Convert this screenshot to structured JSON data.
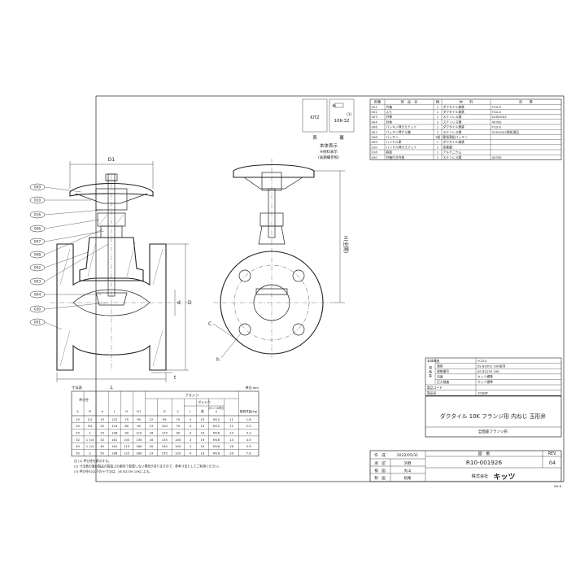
{
  "marking": {
    "header_left": "表",
    "header_right": "裏",
    "left_text": "KITZ",
    "right_mark": "※",
    "right_num": "(1)",
    "right_text": "10K-32",
    "caption": "本体表示",
    "note1": "※材料表示",
    "note2": "(表題欄参照)"
  },
  "parts_table": {
    "headers": [
      "部番",
      "部　品　名",
      "個",
      "材　　料",
      "記　　事"
    ],
    "rows": [
      [
        "001",
        "弁箱",
        "1",
        "ダクタイル鋳鉄",
        "FCD-S"
      ],
      [
        "002",
        "ふた",
        "1",
        "ダクタイル鋳鉄",
        "FCD-S"
      ],
      [
        "003",
        "弁棒",
        "1",
        "ステンレス鋼",
        "SUS403J2"
      ],
      [
        "004",
        "弁体",
        "1",
        "ステンレス鋼",
        "403SS"
      ],
      [
        "006",
        "パッキン押さえナット",
        "1",
        "ダクタイル鋳鉄",
        "FCD-S"
      ],
      [
        "007",
        "パッキン押さえ輪",
        "1",
        "ステンレス鋼",
        "SUS420J2熱処理品"
      ],
      [
        "008",
        "パッキン",
        "1組",
        "膨張黒鉛パッキン",
        ""
      ],
      [
        "009",
        "ハンドル車",
        "1",
        "ダクタイル鋳鉄",
        ""
      ],
      [
        "010",
        "ハンドル押さえナット",
        "1",
        "炭素鋼",
        ""
      ],
      [
        "016",
        "銘板",
        "1",
        "アルミニウム",
        ""
      ],
      [
        "030",
        "弁箱付き弁座",
        "1",
        "ステンレス鋼",
        "403SS"
      ]
    ]
  },
  "callouts": [
    "009",
    "010",
    "016",
    "006",
    "007",
    "008",
    "002",
    "003",
    "004",
    "030",
    "001"
  ],
  "dim_labels": {
    "d1": "D1",
    "h_open": "H(全開)",
    "d_small": "d",
    "d_big": "D",
    "l": "L",
    "t": "t",
    "c": "C",
    "h": "h"
  },
  "size_table": {
    "caption": "寸法表",
    "unit": "単位:mm",
    "flange_header": "フランジ",
    "bolt_header": "ボルト穴",
    "bolt_size_header": "ボルトの呼び",
    "head": [
      "呼び径",
      "A",
      "B",
      "d",
      "L",
      "H",
      "D1",
      "D",
      "C",
      "t",
      "数",
      "h",
      "ねじの呼び",
      "概算質量(kg)"
    ],
    "col_labels": [
      "A",
      "B",
      "d",
      "L",
      "H",
      "D1",
      "D",
      "C",
      "t",
      "数",
      "h",
      "ねじの呼び",
      "概算質量(kg)"
    ],
    "rows": [
      [
        "15",
        "1/2",
        "15",
        "122",
        "70",
        "95",
        "12",
        "95",
        "70",
        "4",
        "15",
        "M12",
        "11",
        "1.8"
      ],
      [
        "20",
        "3/4",
        "20",
        "124",
        "80",
        "95",
        "13",
        "100",
        "75",
        "4",
        "15",
        "M12",
        "11",
        "2.0"
      ],
      [
        "25",
        "1",
        "25",
        "146",
        "90",
        "110",
        "16",
        "125",
        "90",
        "4",
        "19",
        "M16",
        "14",
        "3.3"
      ],
      [
        "32",
        "1 1/4",
        "32",
        "161",
        "100",
        "130",
        "16",
        "135",
        "100",
        "4",
        "19",
        "M16",
        "14",
        "4.5"
      ],
      [
        "40",
        "1 1/2",
        "40",
        "161",
        "115",
        "160",
        "20",
        "140",
        "105",
        "4",
        "19",
        "M16",
        "16",
        "5.9"
      ],
      [
        "50",
        "2",
        "50",
        "196",
        "125",
        "180",
        "23",
        "155",
        "120",
        "4",
        "19",
        "M16",
        "16",
        "7.6"
      ]
    ],
    "notes": [
      "注 (1) 呼び径を表示する。",
      "(2) 寸法表の値は製品の製造上の都合で変更しない場合がありますので、参考寸法としてご利用ください。",
      "(3) 呼び径32以下の\"t\"寸法は、JIS B2239 10Kによる。"
    ]
  },
  "spec_table": {
    "rows": [
      [
        "本体構造",
        "FCD-S"
      ],
      [
        "適用",
        "JIS B2002 10K系列"
      ],
      [
        "規格番号",
        "JIS B2239 10K"
      ],
      [
        "内面",
        "キッツ標準"
      ],
      [
        "圧力検査",
        "キッツ標準"
      ],
      [
        "製品コード",
        ""
      ],
      [
        "製品名",
        "10SJBF"
      ]
    ],
    "group_label": "規格等"
  },
  "title_block": {
    "product_title": "ダクタイル 10K フランジ形 内ねじ 玉形弁",
    "scale_note": "全面座フランジ形",
    "drawing_no_label": "図　番",
    "rev_label": "REV.",
    "drawing_no": "R10-001926",
    "rev": "04",
    "date_label": "作　成",
    "date": "2022/05/31",
    "approval_rows": [
      [
        "承　認",
        "浜野"
      ],
      [
        "検　図",
        "丸山"
      ],
      [
        "製　図",
        "松尾"
      ]
    ],
    "company_prefix": "株式会社",
    "company": "キッツ",
    "sheet_corner": "Ver.6"
  }
}
